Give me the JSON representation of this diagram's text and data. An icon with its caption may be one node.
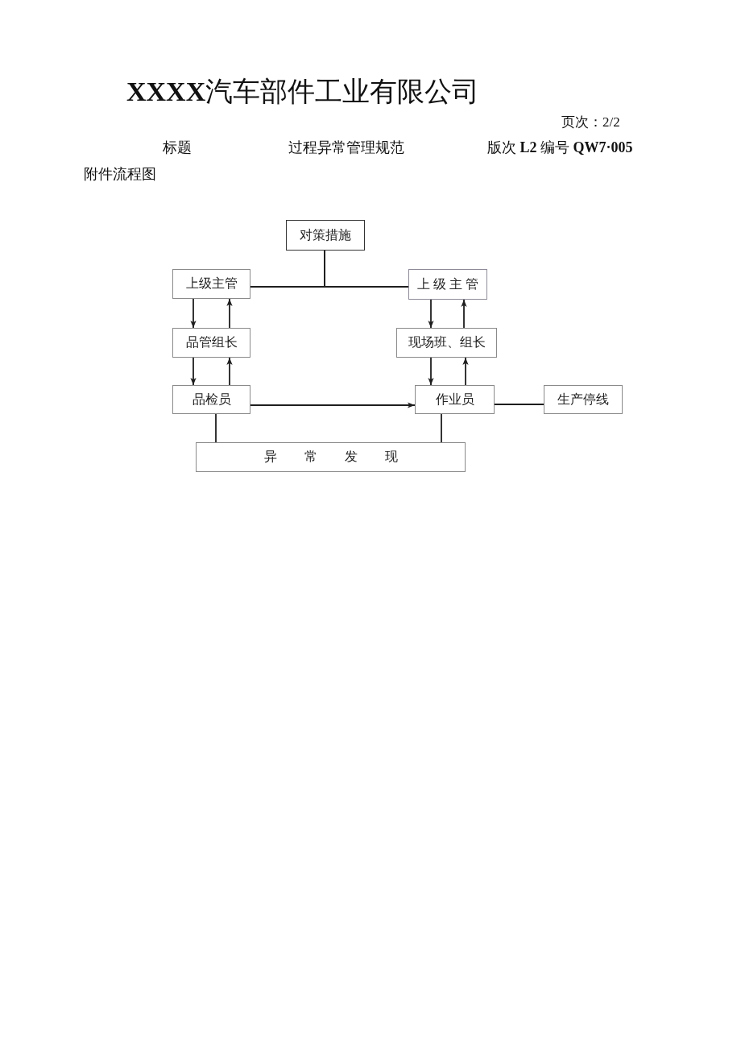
{
  "diagram": {
    "title": "**XXXX**汽车部件工业有限公司",
    "nodes": [
      {
        "text": [
          "对策措施"
        ]
      },
      {
        "text": [
          "上级主管"
        ]
      },
      {
        "text": [
          "上级主管"
        ]
      },
      {
        "text": [
          "品管组长"
        ]
      },
      {
        "text": [
          "现场班、组长"
        ]
      },
      {
        "text": [
          "品检员"
        ]
      },
      {
        "text": [
          "作业员"
        ]
      },
      {
        "text": [
          "生产停线"
        ]
      },
      {
        "text": [
          "异常发现"
        ]
      }
    ],
    "edges": [
      {
        "from": 0,
        "to": 1,
        "arrow": "none"
      },
      {
        "from": 0,
        "to": 2,
        "arrow": "none"
      },
      {
        "from": 1,
        "to": 3,
        "arrow": "to"
      },
      {
        "from": 3,
        "to": 1,
        "arrow": "to"
      },
      {
        "from": 2,
        "to": 4,
        "arrow": "to"
      },
      {
        "from": 4,
        "to": 2,
        "arrow": "to"
      },
      {
        "from": 3,
        "to": 5,
        "arrow": "to"
      },
      {
        "from": 5,
        "to": 3,
        "arrow": "to"
      },
      {
        "from": 4,
        "to": 6,
        "arrow": "to"
      },
      {
        "from": 6,
        "to": 4,
        "arrow": "to"
      },
      {
        "from": 5,
        "to": 6,
        "arrow": "to"
      },
      {
        "from": 6,
        "to": 7,
        "arrow": "none"
      },
      {
        "from": 8,
        "to": 5,
        "arrow": "none"
      },
      {
        "from": 8,
        "to": 6,
        "arrow": "none"
      }
    ],
    "labels": [
      "页次：2/2",
      "标题",
      "过程异常管理规范",
      "版次 **L2** 编号 **QW7·005**",
      "附件流程图"
    ]
  }
}
